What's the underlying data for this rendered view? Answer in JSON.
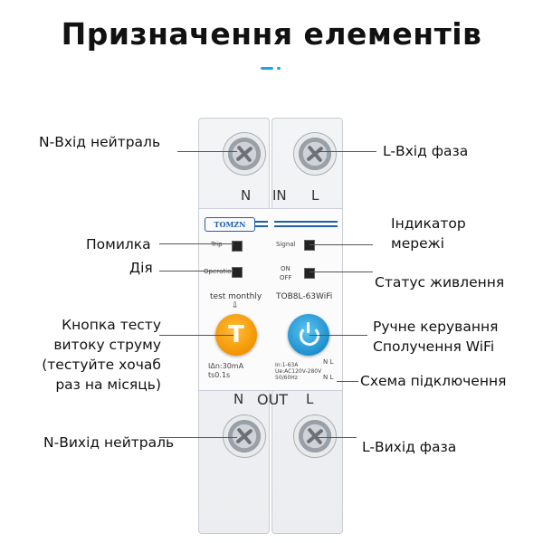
{
  "title": "Призначення елементів",
  "colors": {
    "accent": "#1fa3dc",
    "brand": "#1f5fae",
    "test_button": "#f39400",
    "wifi_button": "#1e8fcf"
  },
  "labels": {
    "n_input": "N-Вхід нейтраль",
    "l_input": "L-Вхід фаза",
    "network_indicator": "Індикатор мережі",
    "error": "Помилка",
    "action": "Дія",
    "power_status": "Статус живлення",
    "test_button": "Кнопка тесту витоку струму (тестуйте хочаб раз на місяць)",
    "manual_control": "Ручне керування Сполучення WiFi",
    "wiring_diagram": "Схема підключення",
    "n_output": "N-Вихід нейтраль",
    "l_output": "L-Вихід фаза"
  },
  "device": {
    "top_n": "N",
    "top_in": "IN",
    "top_l": "L",
    "brand": "TOMZN",
    "trip": "Trip",
    "operation": "Operation",
    "signal": "Signal",
    "on": "ON",
    "off": "OFF",
    "test_monthly": "test monthly",
    "test_arrow": "⇩",
    "model": "TOB8L-63WiFi",
    "leak_current": "IΔn:30mA",
    "trip_time": "ts0.1s",
    "rating": "In:1-63A",
    "voltage": "Ue:AC120V-280V",
    "frequency": "50/60Hz",
    "wiring_marks": "N L",
    "bottom_n": "N",
    "bottom_out": "OUT",
    "bottom_l": "L",
    "test_glyph": "T"
  }
}
